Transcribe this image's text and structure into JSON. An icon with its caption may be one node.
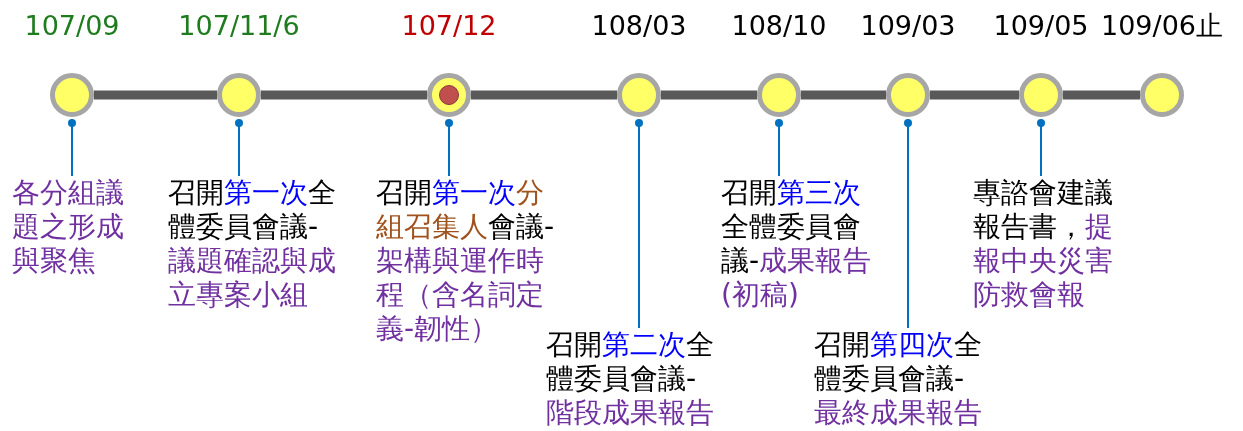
{
  "diagram": {
    "nodes": [
      {
        "text": [],
        "shape": "circle",
        "beside": [
          "107/09"
        ]
      },
      {
        "text": [],
        "shape": "circle",
        "beside": [
          "107/11/6"
        ]
      },
      {
        "text": [],
        "shape": "circle",
        "beside": [
          "107/12"
        ]
      },
      {
        "text": [],
        "shape": "circle",
        "beside": [
          "108/03"
        ]
      },
      {
        "text": [],
        "shape": "circle",
        "beside": [
          "108/10"
        ]
      },
      {
        "text": [],
        "shape": "circle",
        "beside": [
          "109/03"
        ]
      },
      {
        "text": [],
        "shape": "circle",
        "beside": [
          "109/05"
        ]
      },
      {
        "text": [],
        "shape": "circle",
        "beside": [
          "109/06止"
        ]
      },
      {
        "text": [
          "各分組議題之形成與聚焦"
        ]
      },
      {
        "text": [
          "召開",
          "第一次",
          "全體委員會議-",
          "議題確認與成立專案小組"
        ]
      },
      {
        "text": [
          "召開",
          "第一次",
          "分組召集人",
          "會議-",
          "架構與運作時程（含名詞定義-韌性）"
        ]
      },
      {
        "text": [
          "召開",
          "第二次",
          "全體委員會議-",
          "階段成果報告"
        ]
      },
      {
        "text": [
          "召開",
          "第三次",
          "全體委員會議-",
          "成果報告(初稿)"
        ]
      },
      {
        "text": [
          "召開",
          "第四次",
          "全體委員會議-",
          "最終成果報告"
        ]
      },
      {
        "text": [
          "專諮會建議報告書，",
          "提報中央災害防救會報"
        ]
      }
    ],
    "edges": [
      {
        "from": 0,
        "to": 1,
        "arrow": "none",
        "style": "thick",
        "color": "#595959"
      },
      {
        "from": 1,
        "to": 2,
        "arrow": "none",
        "style": "thick",
        "color": "#595959"
      },
      {
        "from": 2,
        "to": 3,
        "arrow": "none",
        "style": "thick",
        "color": "#595959"
      },
      {
        "from": 3,
        "to": 4,
        "arrow": "none",
        "style": "thick",
        "color": "#595959"
      },
      {
        "from": 4,
        "to": 5,
        "arrow": "none",
        "style": "thick",
        "color": "#595959"
      },
      {
        "from": 5,
        "to": 6,
        "arrow": "none",
        "style": "thick",
        "color": "#595959"
      },
      {
        "from": 6,
        "to": 7,
        "arrow": "none",
        "style": "thick",
        "color": "#595959"
      },
      {
        "from": 0,
        "to": 8,
        "arrow": "other",
        "color": "#0070c0"
      },
      {
        "from": 1,
        "to": 9,
        "arrow": "other",
        "color": "#0070c0"
      },
      {
        "from": 2,
        "to": 10,
        "arrow": "other",
        "color": "#0070c0"
      },
      {
        "from": 3,
        "to": 11,
        "arrow": "other",
        "color": "#0070c0"
      },
      {
        "from": 4,
        "to": 12,
        "arrow": "other",
        "color": "#0070c0"
      },
      {
        "from": 5,
        "to": 13,
        "arrow": "other",
        "color": "#0070c0"
      },
      {
        "from": 6,
        "to": 14,
        "arrow": "other",
        "color": "#0070c0"
      }
    ]
  }
}
